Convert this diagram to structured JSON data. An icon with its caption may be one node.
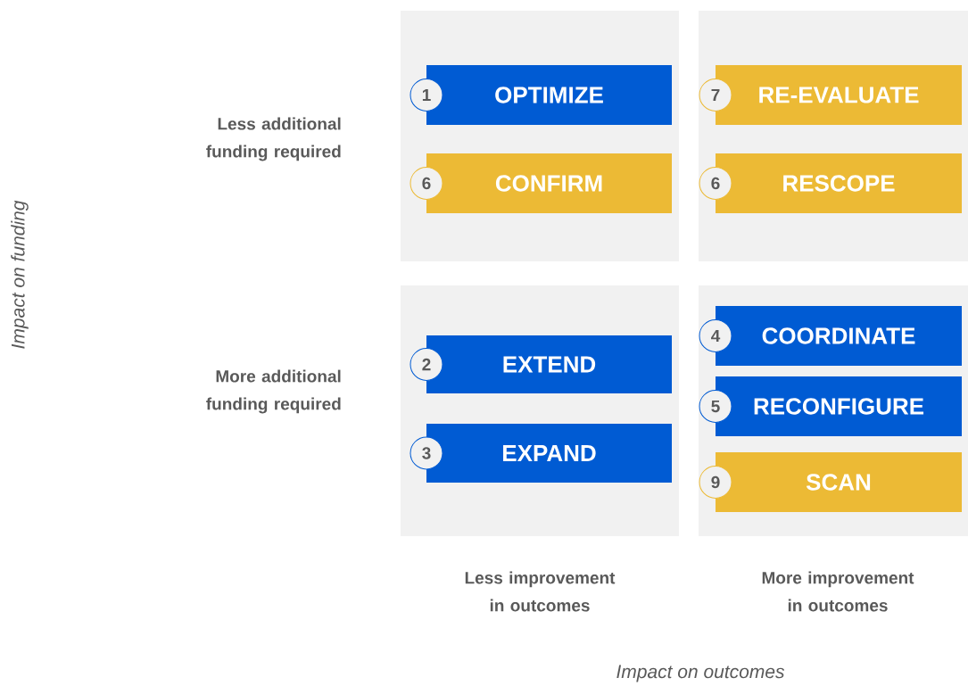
{
  "diagram": {
    "nodes": [
      {
        "text": [],
        "shape": "box"
      },
      {
        "text": [
          "1",
          "OPTIMIZE"
        ],
        "in": 0
      },
      {
        "text": [
          "6",
          "CONFIRM"
        ],
        "in": 0
      },
      {
        "text": [],
        "shape": "box"
      },
      {
        "text": [
          "7",
          "RE-EVALUATE"
        ],
        "in": 3
      },
      {
        "text": [
          "6",
          "RESCOPE"
        ],
        "in": 3
      },
      {
        "text": [],
        "shape": "box"
      },
      {
        "text": [
          "2",
          "EXTEND"
        ],
        "in": 6
      },
      {
        "text": [
          "3",
          "EXPAND"
        ],
        "in": 6
      },
      {
        "text": [],
        "shape": "box"
      },
      {
        "text": [
          "4",
          "COORDINATE"
        ],
        "in": 9
      },
      {
        "text": [
          "5",
          "RECONFIGURE"
        ],
        "in": 9
      },
      {
        "text": [
          "9",
          "SCAN"
        ],
        "in": 9
      }
    ],
    "labels": [
      "Less additional funding required",
      "Impact on funding",
      "More additional funding required",
      "Less improvement in outcomes",
      "More improvement in outcomes",
      "Impact on outcomes"
    ]
  }
}
